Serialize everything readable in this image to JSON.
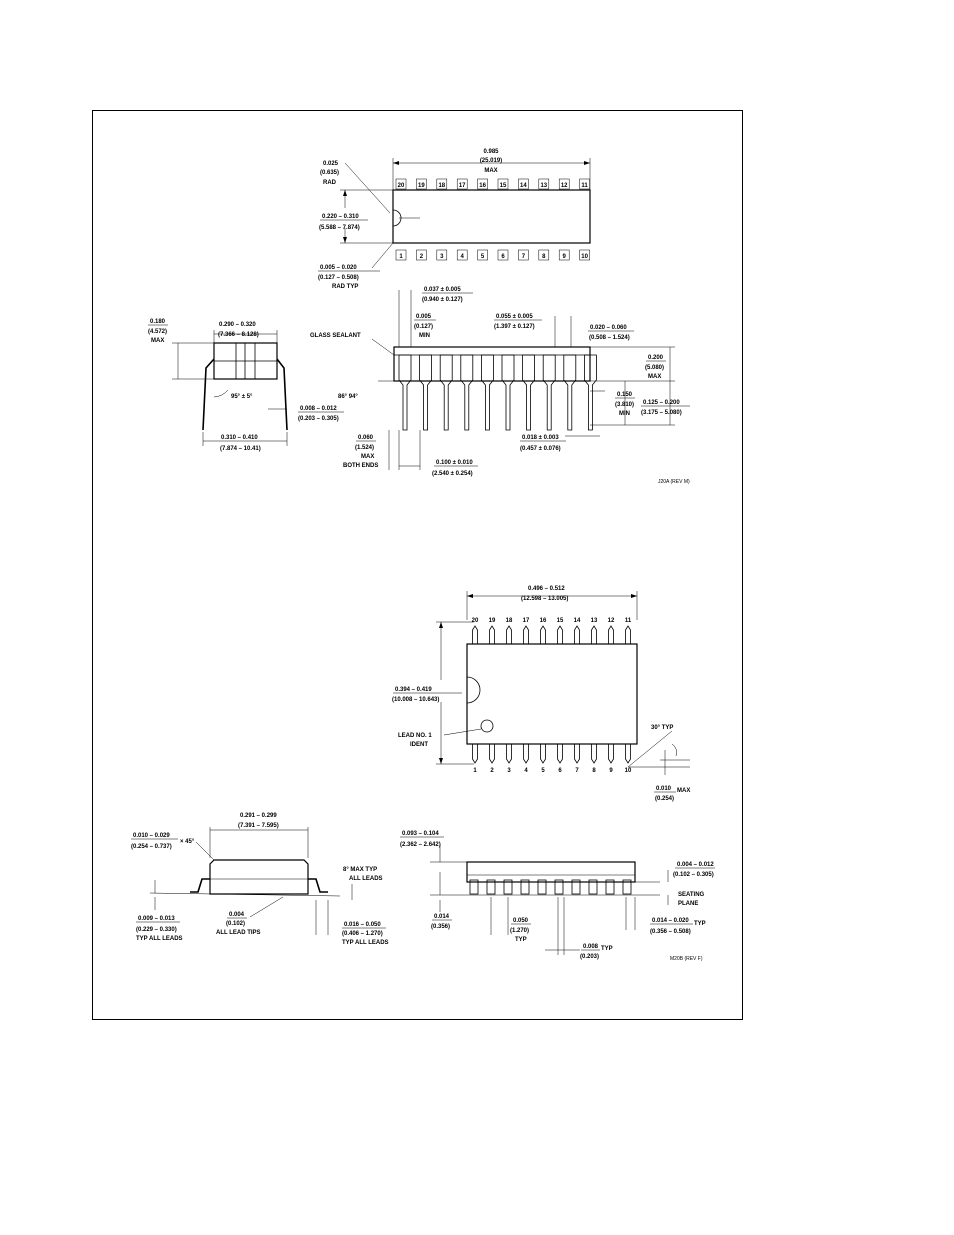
{
  "dip": {
    "length": {
      "a": "0.985",
      "b": "(25.019)",
      "c": "MAX"
    },
    "notch_rad": {
      "a": "0.025",
      "b": "(0.635)",
      "c": "RAD"
    },
    "width": {
      "a": "0.220 – 0.310",
      "b": "(5.588 – 7.874)"
    },
    "corner_rad": {
      "a": "0.005 – 0.020",
      "b": "(0.127 – 0.508)",
      "c": "RAD TYP"
    },
    "top_pins": [
      "20",
      "19",
      "18",
      "17",
      "16",
      "15",
      "14",
      "13",
      "12",
      "11"
    ],
    "bottom_pins": [
      "1",
      "2",
      "3",
      "4",
      "5",
      "6",
      "7",
      "8",
      "9",
      "10"
    ],
    "end_height": {
      "a": "0.180",
      "b": "(4.572)",
      "c": "MAX"
    },
    "end_width": {
      "a": "0.290 – 0.320",
      "b": "(7.366 – 8.128)"
    },
    "angle": "95° ± 5°",
    "lead_thick": {
      "a": "0.008 – 0.012",
      "b": "(0.203 – 0.305)"
    },
    "lead_span": {
      "a": "0.310 – 0.410",
      "b": "(7.874 – 10.41)"
    },
    "shoulder": {
      "a": "0.037 ± 0.005",
      "b": "(0.940 ± 0.127)"
    },
    "glass": "GLASS SEALANT",
    "min005": {
      "a": "0.005",
      "b": "(0.127)",
      "c": "MIN"
    },
    "lead_w2": {
      "a": "0.055 ± 0.005",
      "b": "(1.397 ± 0.127)"
    },
    "standoff": {
      "a": "0.020 – 0.060",
      "b": "(0.508 – 1.524)"
    },
    "body_h": {
      "a": "0.200",
      "b": "(5.080)",
      "c": "MAX"
    },
    "side_angle": "86° 94°",
    "seat_min": {
      "a": "0.150",
      "b": "(3.810)",
      "c": "MIN"
    },
    "lead_len": {
      "a": "0.125 – 0.200",
      "b": "(3.175 – 5.080)"
    },
    "end_max": {
      "a": "0.060",
      "b": "(1.524)",
      "c": "MAX",
      "d": "BOTH ENDS"
    },
    "lead_w": {
      "a": "0.018 ± 0.003",
      "b": "(0.457 ± 0.076)"
    },
    "pitch": {
      "a": "0.100 ± 0.010",
      "b": "(2.540 ± 0.254)"
    },
    "ref": "J20A (REV M)"
  },
  "soic": {
    "length": {
      "a": "0.496 – 0.512",
      "b": "(12.598 – 13.005)"
    },
    "top_pins": [
      "20",
      "19",
      "18",
      "17",
      "16",
      "15",
      "14",
      "13",
      "12",
      "11"
    ],
    "bottom_pins": [
      "1",
      "2",
      "3",
      "4",
      "5",
      "6",
      "7",
      "8",
      "9",
      "10"
    ],
    "width": {
      "a": "0.394 – 0.419",
      "b": "(10.008 – 10.643)"
    },
    "lead1": {
      "a": "LEAD NO. 1",
      "b": "IDENT"
    },
    "angle": "30° TYP",
    "tip": {
      "a": "0.010",
      "b": "(0.254)",
      "c": "MAX"
    },
    "body_w": {
      "a": "0.291 – 0.299",
      "b": "(7.391 – 7.595)"
    },
    "chamfer": {
      "a": "0.010 – 0.029",
      "b": "(0.254 – 0.737)",
      "c": "× 45°"
    },
    "max_angle": {
      "a": "8° MAX TYP",
      "b": "ALL LEADS"
    },
    "lead_thick": {
      "a": "0.009 – 0.013",
      "b": "(0.229 – 0.330)",
      "c": "TYP ALL LEADS"
    },
    "tips": {
      "a": "0.004",
      "b": "(0.102)",
      "c": "ALL LEAD TIPS"
    },
    "foot": {
      "a": "0.016 – 0.050",
      "b": "(0.406 – 1.270)",
      "c": "TYP ALL LEADS"
    },
    "height": {
      "a": "0.093 – 0.104",
      "b": "(2.362 – 2.642)"
    },
    "standoff": {
      "a": "0.004 – 0.012",
      "b": "(0.102 – 0.305)"
    },
    "seating": {
      "a": "SEATING",
      "b": "PLANE"
    },
    "min014": {
      "a": "0.014",
      "b": "(0.356)"
    },
    "pitch": {
      "a": "0.050",
      "b": "(1.270)",
      "c": "TYP"
    },
    "lead_w": {
      "a": "0.014 – 0.020",
      "b": "(0.356 – 0.508)",
      "c": "TYP"
    },
    "lead_008": {
      "a": "0.008",
      "b": "(0.203)",
      "c": "TYP"
    },
    "ref": "M20B (REV F)"
  }
}
